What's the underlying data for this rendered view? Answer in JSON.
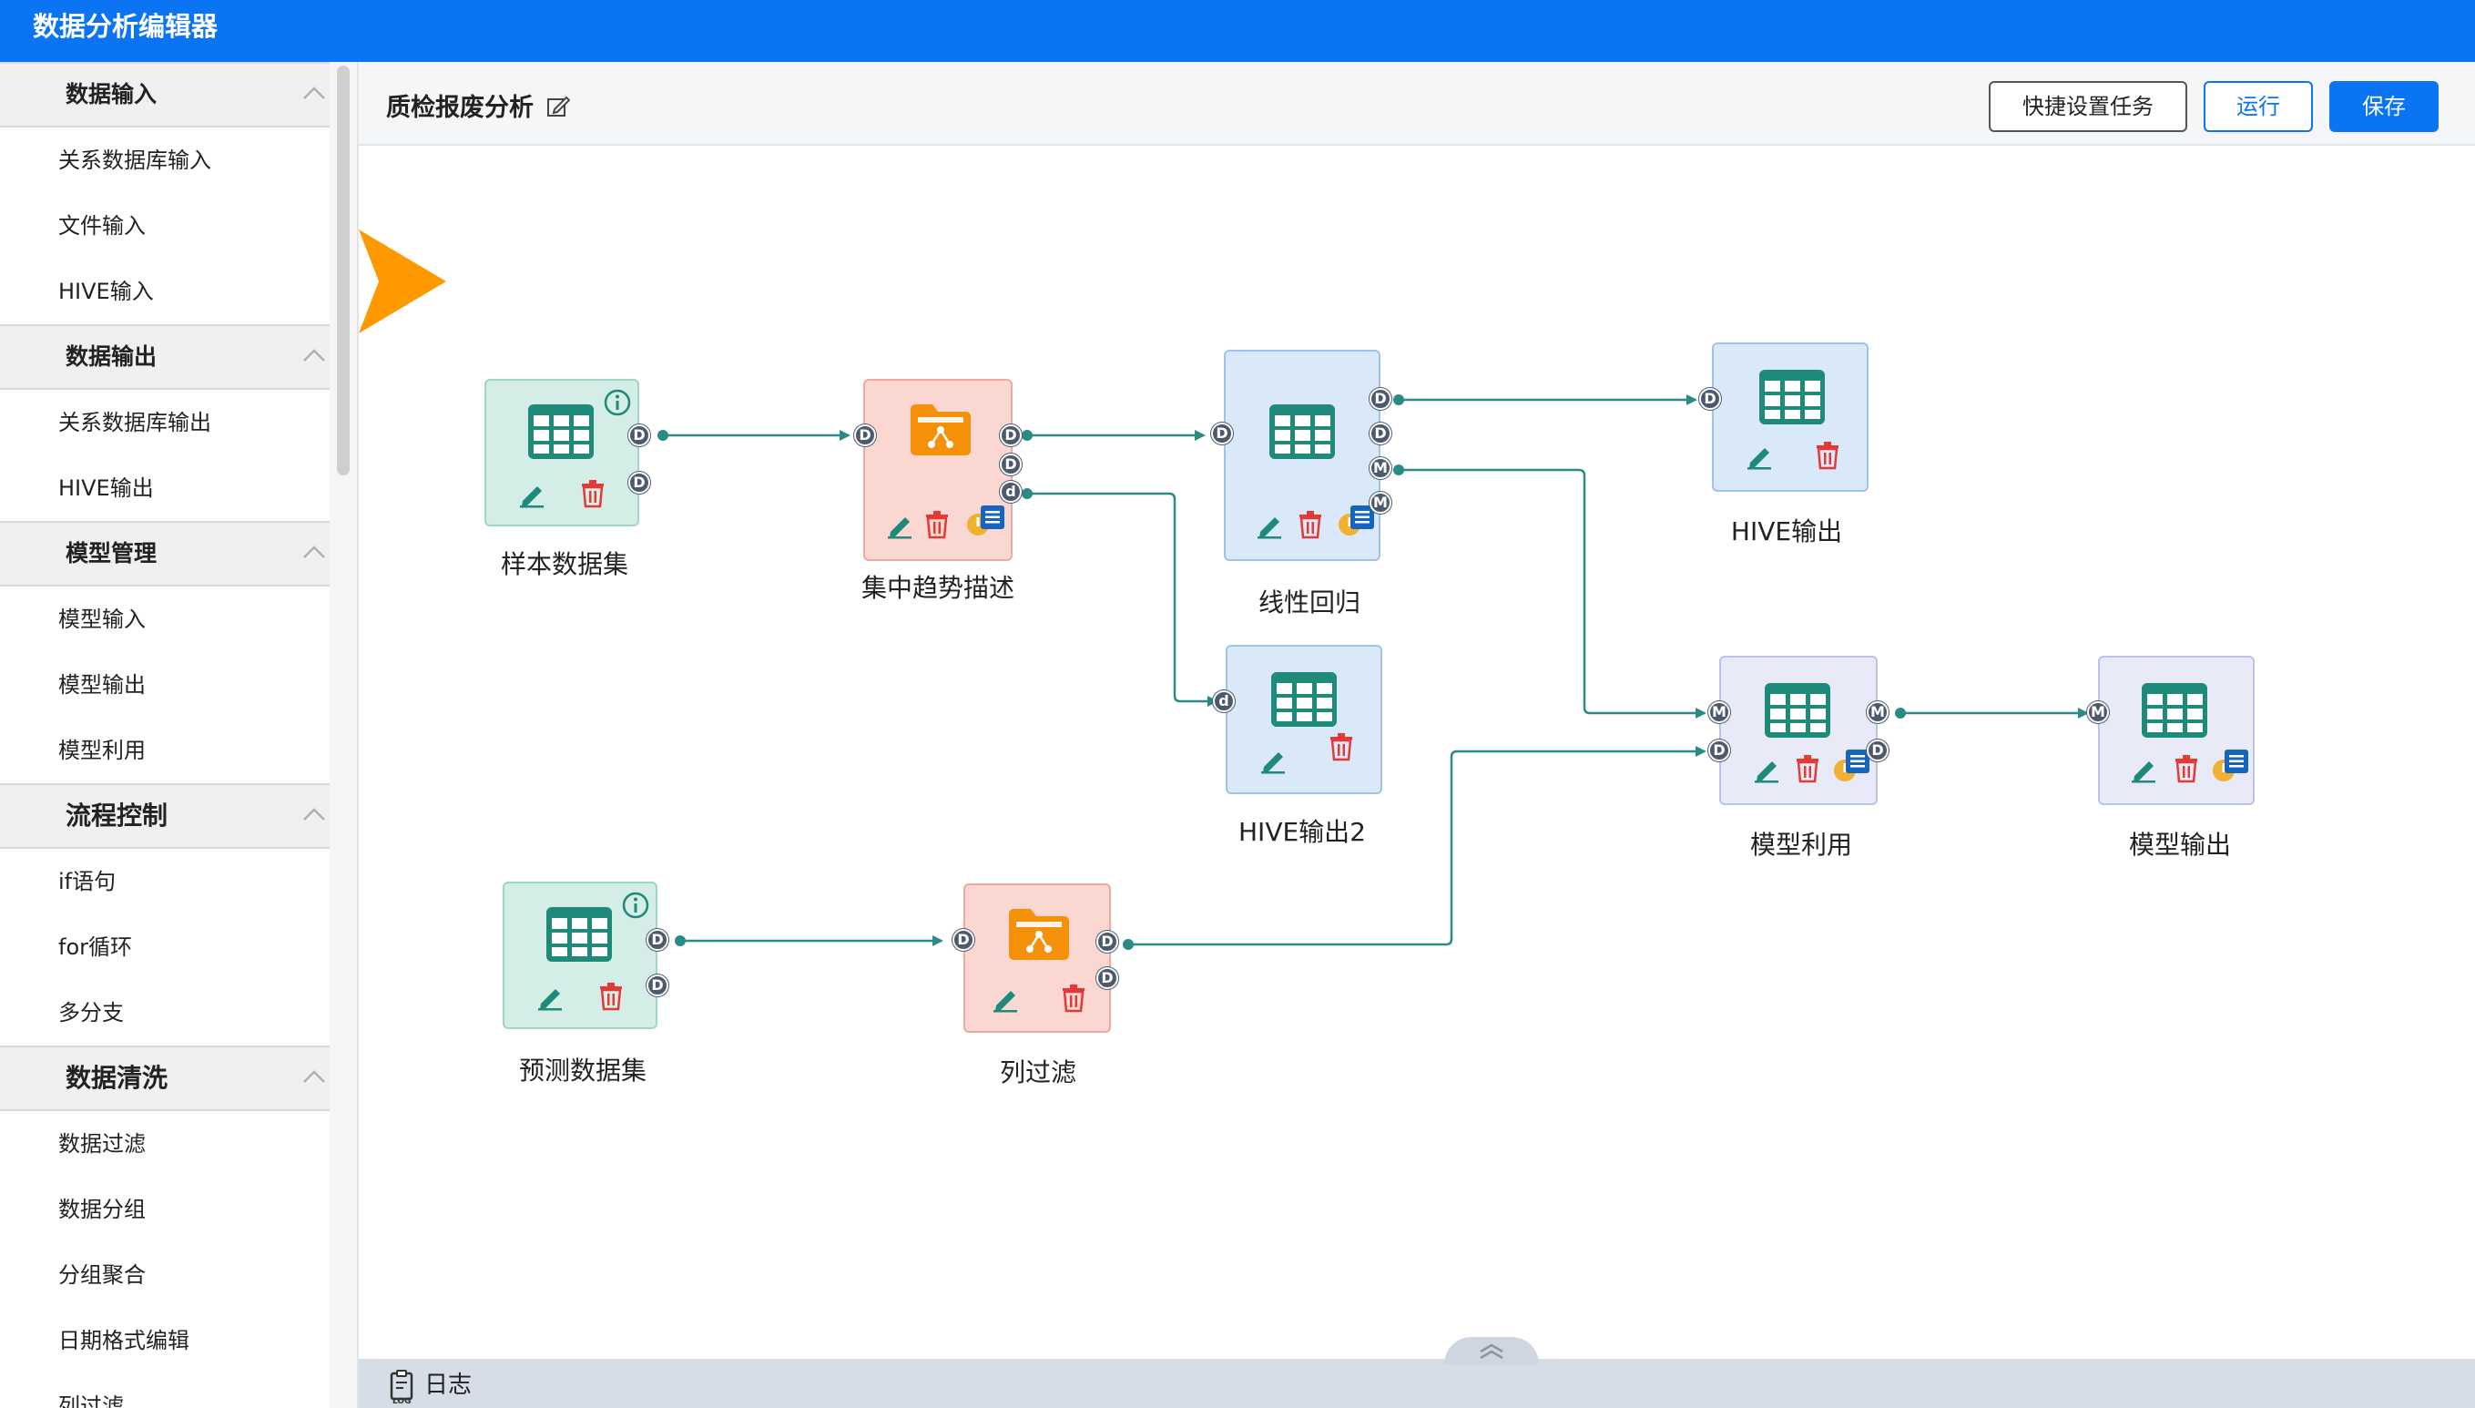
{
  "app": {
    "title": "数据分析编辑器"
  },
  "sidebar": {
    "sections": [
      {
        "label": "数据输入",
        "items": [
          "关系数据库输入",
          "文件输入",
          "HIVE输入"
        ]
      },
      {
        "label": "数据输出",
        "items": [
          "关系数据库输出",
          "HIVE输出"
        ]
      },
      {
        "label": "模型管理",
        "items": [
          "模型输入",
          "模型输出",
          "模型利用"
        ]
      },
      {
        "label": "流程控制",
        "items": [
          "if语句",
          "for循环",
          "多分支"
        ]
      },
      {
        "label": "数据清洗",
        "items": [
          "数据过滤",
          "数据分组",
          "分组聚合",
          "日期格式编辑",
          "列过滤"
        ]
      }
    ]
  },
  "header": {
    "flow_name": "质检报废分析",
    "buttons": {
      "quick": "快捷设置任务",
      "run": "运行",
      "save": "保存"
    }
  },
  "canvas": {
    "nodes": {
      "sample": {
        "label": "样本数据集"
      },
      "central": {
        "label": "集中趋势描述"
      },
      "linreg": {
        "label": "线性回归"
      },
      "hive_out": {
        "label": "HIVE输出"
      },
      "hive_out2": {
        "label": "HIVE输出2"
      },
      "model_use": {
        "label": "模型利用"
      },
      "model_out": {
        "label": "模型输出"
      },
      "predict": {
        "label": "预测数据集"
      },
      "colfilter": {
        "label": "列过滤"
      }
    },
    "port_letters": {
      "D": "D",
      "d": "d",
      "M": "M"
    },
    "colors": {
      "edge": "#2a8a84",
      "node_icon": "#1e8a7a",
      "delete_icon": "#e53935",
      "folder": "#f5900b",
      "brand": "#0a74f2",
      "arrow": "#ff9900"
    }
  },
  "log": {
    "label": "日志"
  }
}
